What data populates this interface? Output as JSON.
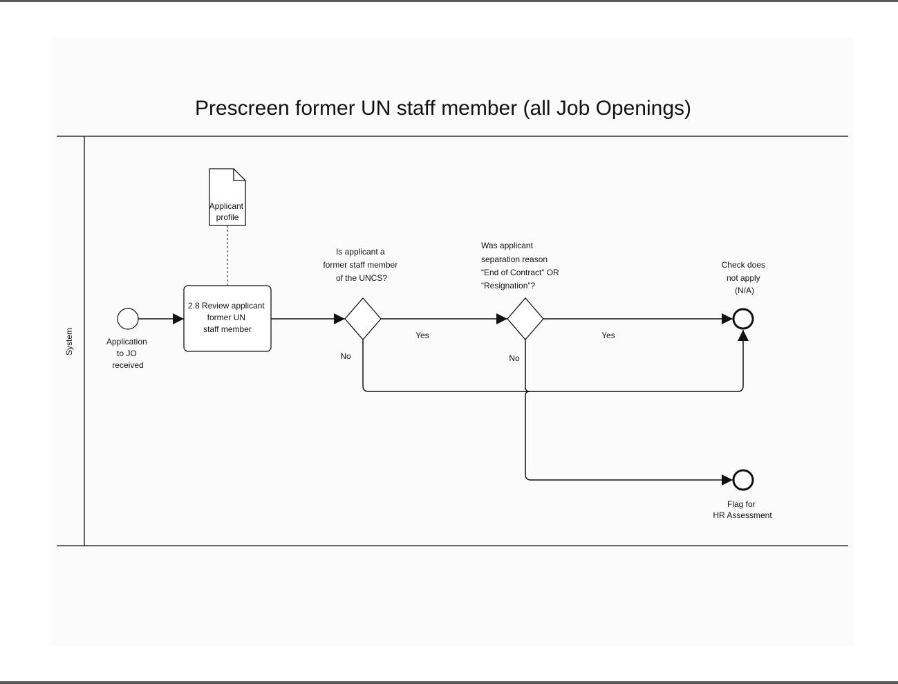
{
  "title": "Prescreen former UN staff member (all Job Openings)",
  "lane": {
    "label": "System"
  },
  "start_event": {
    "label_lines": [
      "Application",
      "to JO",
      "received"
    ]
  },
  "task": {
    "label_lines": [
      "2.8 Review applicant",
      "former UN",
      "staff member"
    ]
  },
  "data_object": {
    "label_lines": [
      "Applicant",
      "profile"
    ]
  },
  "gateway1": {
    "question_lines": [
      "Is applicant a",
      "former staff member",
      "of the UNCS?"
    ],
    "yes_label": "Yes",
    "no_label": "No"
  },
  "gateway2": {
    "question_lines": [
      "Was applicant",
      "separation reason",
      "“End of Contract” OR",
      "“Resignation”?"
    ],
    "yes_label": "Yes",
    "no_label": "No"
  },
  "end_na": {
    "label_lines": [
      "Check does",
      "not apply",
      "(N/A)"
    ]
  },
  "end_flag": {
    "label_lines": [
      "Flag for",
      "HR Assessment"
    ]
  },
  "colors": {
    "line": "#111111",
    "rule": "#5a5a5a",
    "sheet": "#fbfbfb"
  }
}
